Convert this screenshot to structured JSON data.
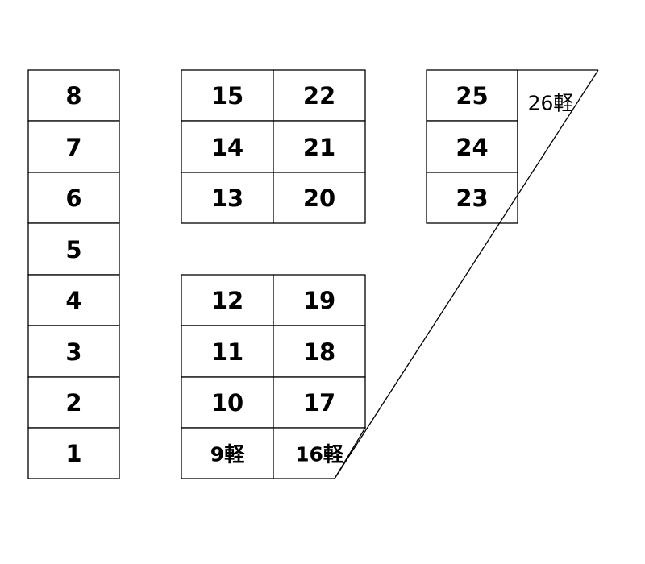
{
  "parking_lot": {
    "left_column": [
      {
        "label": "8"
      },
      {
        "label": "7"
      },
      {
        "label": "6"
      },
      {
        "label": "5"
      },
      {
        "label": "4"
      },
      {
        "label": "3"
      },
      {
        "label": "2"
      },
      {
        "label": "1"
      }
    ],
    "top_middle_block": [
      {
        "label": "15"
      },
      {
        "label": "22"
      },
      {
        "label": "14"
      },
      {
        "label": "21"
      },
      {
        "label": "13"
      },
      {
        "label": "20"
      }
    ],
    "bottom_middle_block": [
      {
        "label": "12"
      },
      {
        "label": "19"
      },
      {
        "label": "11"
      },
      {
        "label": "18"
      },
      {
        "label": "10"
      },
      {
        "label": "17"
      },
      {
        "label": "9軽"
      },
      {
        "label": "16軽"
      }
    ],
    "right_block": [
      {
        "label": "25"
      },
      {
        "label": "24"
      },
      {
        "label": "23"
      }
    ],
    "triangle_space": {
      "label": "26軽"
    }
  }
}
